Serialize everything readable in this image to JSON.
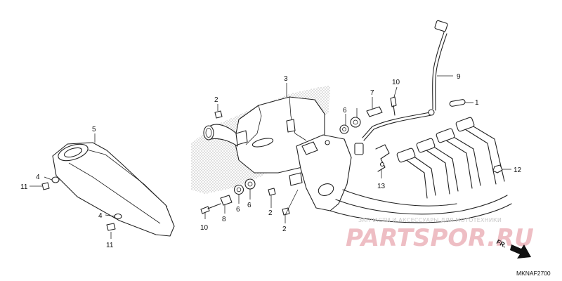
{
  "diagram": {
    "code": "MKNAF2700",
    "direction_label": "FR.",
    "callouts": [
      {
        "label": "1"
      },
      {
        "label": "2"
      },
      {
        "label": "2"
      },
      {
        "label": "2"
      },
      {
        "label": "3"
      },
      {
        "label": "4"
      },
      {
        "label": "4"
      },
      {
        "label": "5"
      },
      {
        "label": "6"
      },
      {
        "label": "6"
      },
      {
        "label": "6"
      },
      {
        "label": "7"
      },
      {
        "label": "8"
      },
      {
        "label": "9"
      },
      {
        "label": "10"
      },
      {
        "label": "10"
      },
      {
        "label": "11"
      },
      {
        "label": "11"
      },
      {
        "label": "12"
      },
      {
        "label": "13"
      }
    ]
  },
  "watermark": {
    "tagline": "ЗАПЧАСТИ И АКСЕССУАРЫ ДЛЯ МОТОТЕХНИКИ",
    "logo": "PARTSPOR.RU"
  }
}
